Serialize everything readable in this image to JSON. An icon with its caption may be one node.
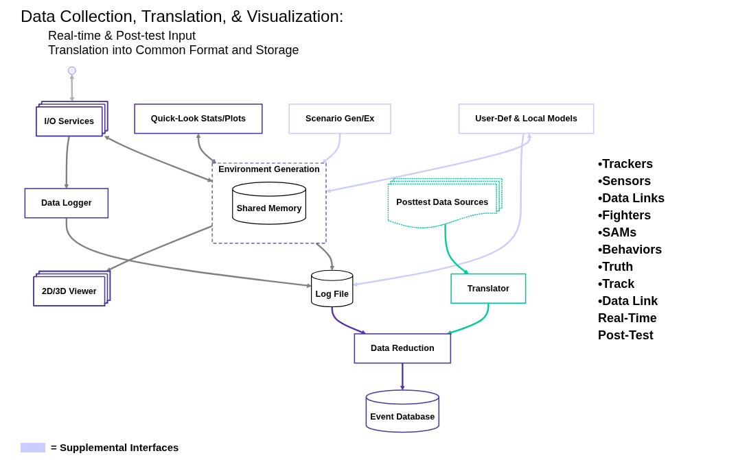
{
  "diagram": {
    "title": "Data Collection, Translation, & Visualization:",
    "nodes": [
      {
        "text": [
          "Quick-Look Stats/Plots"
        ]
      },
      {
        "text": [
          "Scenario Gen/Ex"
        ]
      },
      {
        "text": [
          "User-Def & Local Models"
        ]
      },
      {
        "text": [
          "Environment Generation"
        ]
      },
      {
        "text": [
          "Shared Memory"
        ],
        "in": 3
      },
      {
        "text": [
          "I/O Services"
        ]
      },
      {
        "text": [
          "2D/3D Viewer"
        ]
      },
      {
        "text": [
          "Posttest Data Sources"
        ]
      },
      {
        "text": [
          "Translator"
        ]
      },
      {
        "text": [
          "Data Logger"
        ]
      },
      {
        "text": [
          "Log File"
        ]
      },
      {
        "text": [
          "Data Reduction"
        ]
      },
      {
        "text": [
          "Event Database"
        ]
      }
    ],
    "edges": [
      {
        "from": null,
        "to": 5,
        "arrow": "both",
        "color": "#b0b0b0"
      },
      {
        "from": 0,
        "to": 3,
        "arrow": "both"
      },
      {
        "from": 1,
        "to": 3,
        "arrow": "to",
        "color": "#ccccff"
      },
      {
        "from": 2,
        "to": 3,
        "arrow": "both",
        "color": "#ccccff"
      },
      {
        "from": 5,
        "to": 3,
        "arrow": "both"
      },
      {
        "from": 3,
        "to": 6,
        "arrow": "to"
      },
      {
        "from": 5,
        "to": 9,
        "arrow": "to"
      },
      {
        "from": 3,
        "to": 10,
        "arrow": "to"
      },
      {
        "from": 9,
        "to": 10,
        "arrow": "to"
      },
      {
        "from": 2,
        "to": 10,
        "arrow": "to",
        "color": "#ccccff"
      },
      {
        "from": 10,
        "to": 11,
        "arrow": "to",
        "color": "#5533aa"
      },
      {
        "from": 7,
        "to": 8,
        "arrow": "to",
        "color": "#00cc99"
      },
      {
        "from": 8,
        "to": 11,
        "arrow": "to",
        "color": "#00cc99"
      },
      {
        "from": 11,
        "to": 12,
        "arrow": "to",
        "color": "#5533aa"
      }
    ],
    "labels": [
      "Real-time & Post-test Input",
      "Translation into Common Format and Storage",
      "•Trackers",
      "•Sensors",
      "•Data Links",
      "•Fighters",
      "•SAMs",
      "•Behaviors",
      "•Truth",
      "•Track",
      "•Data Link",
      "Real-Time",
      "Post-Test"
    ],
    "legend": [
      {
        "text": "= Supplemental Interfaces",
        "color": "#ccccff"
      }
    ]
  }
}
